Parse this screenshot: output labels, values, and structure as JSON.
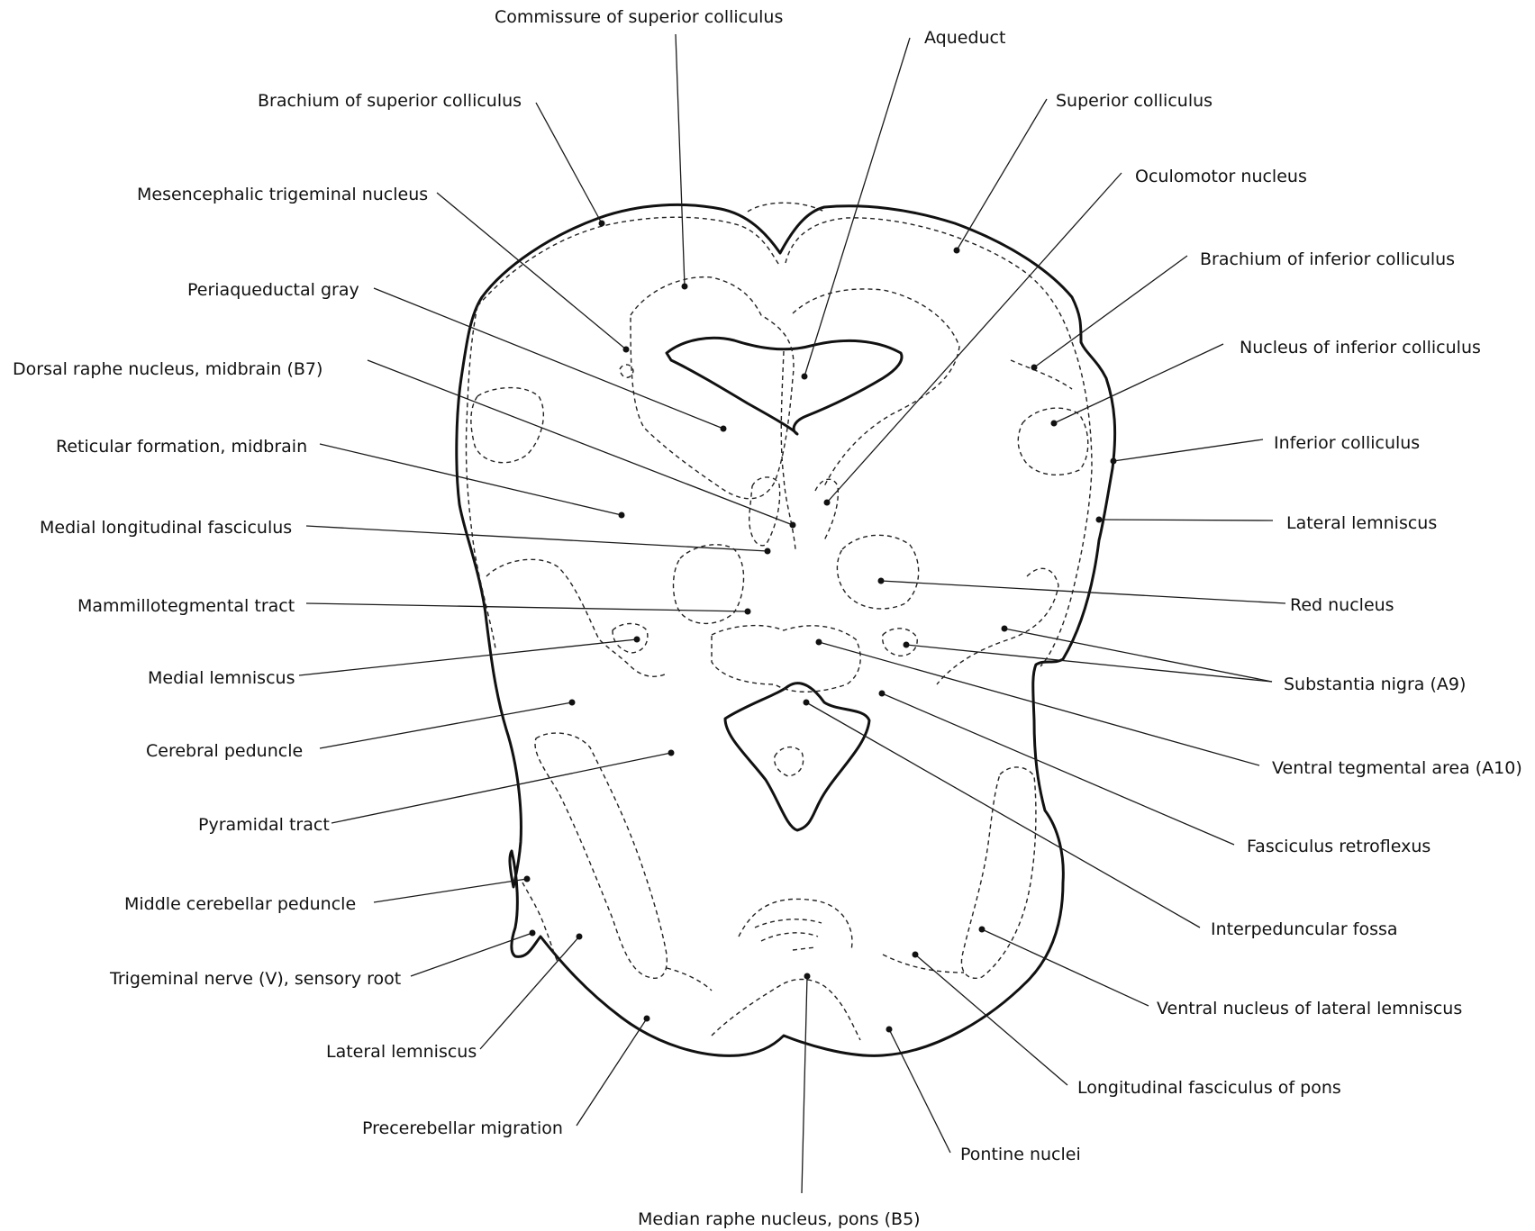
{
  "labels": {
    "commissure_superior_colliculus": "Commissure of superior colliculus",
    "aqueduct": "Aqueduct",
    "brachium_superior_colliculus": "Brachium of superior colliculus",
    "superior_colliculus": "Superior colliculus",
    "oculomotor_nucleus": "Oculomotor nucleus",
    "mesencephalic_trigeminal_nucleus": "Mesencephalic trigeminal nucleus",
    "brachium_inferior_colliculus": "Brachium of inferior colliculus",
    "periaqueductal_gray": "Periaqueductal gray",
    "nucleus_inferior_colliculus": "Nucleus of inferior colliculus",
    "dorsal_raphe_nucleus": "Dorsal raphe nucleus, midbrain (B7)",
    "inferior_colliculus": "Inferior colliculus",
    "reticular_formation": "Reticular formation, midbrain",
    "lateral_lemniscus_right": "Lateral lemniscus",
    "medial_longitudinal_fasciculus": "Medial longitudinal fasciculus",
    "red_nucleus": "Red nucleus",
    "mammillotegmental_tract": "Mammillotegmental tract",
    "substantia_nigra": "Substantia nigra (A9)",
    "medial_lemniscus": "Medial lemniscus",
    "ventral_tegmental_area": "Ventral tegmental area (A10)",
    "cerebral_peduncle": "Cerebral peduncle",
    "fasciculus_retroflexus": "Fasciculus retroflexus",
    "pyramidal_tract": "Pyramidal tract",
    "interpeduncular_fossa": "Interpeduncular fossa",
    "middle_cerebellar_peduncle": "Middle cerebellar peduncle",
    "trigeminal_nerve": "Trigeminal nerve (V), sensory root",
    "ventral_nucleus_lateral_lemniscus": "Ventral nucleus of lateral lemniscus",
    "lateral_lemniscus_left": "Lateral lemniscus",
    "longitudinal_fasciculus_pons": "Longitudinal fasciculus of pons",
    "precerebellar_migration": "Precerebellar migration",
    "pontine_nuclei": "Pontine nuclei",
    "median_raphe_nucleus": "Median raphe nucleus, pons (B5)"
  }
}
